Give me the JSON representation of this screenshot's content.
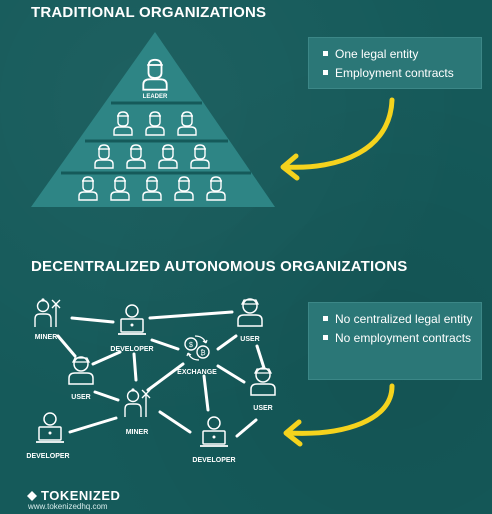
{
  "sections": {
    "traditional_title": "TRADITIONAL ORGANIZATIONS",
    "dao_title": "DECENTRALIZED AUTONOMOUS ORGANIZATIONS"
  },
  "traditional_notes": [
    "One legal entity",
    "Employment contracts"
  ],
  "dao_notes": [
    "No centralized legal entity",
    "No employment contracts"
  ],
  "pyramid": {
    "leader_label": "LEADER",
    "rows": [
      1,
      3,
      4,
      5
    ]
  },
  "network": {
    "nodes": {
      "miner_top": "MINER",
      "developer_top": "DEVELOPER",
      "user_top": "USER",
      "exchange": "EXCHANGE",
      "user_mid": "USER",
      "miner_mid": "MINER",
      "user_right": "USER",
      "developer_bottom_left": "DEVELOPER",
      "developer_bottom": "DEVELOPER"
    }
  },
  "brand": {
    "name": "TOKENIZED",
    "url": "www.tokenizedhq.com"
  },
  "colors": {
    "background": "#155a5a",
    "pyramid": "#2e8585",
    "box": "#2b7777",
    "arrow": "#f5d31d"
  }
}
